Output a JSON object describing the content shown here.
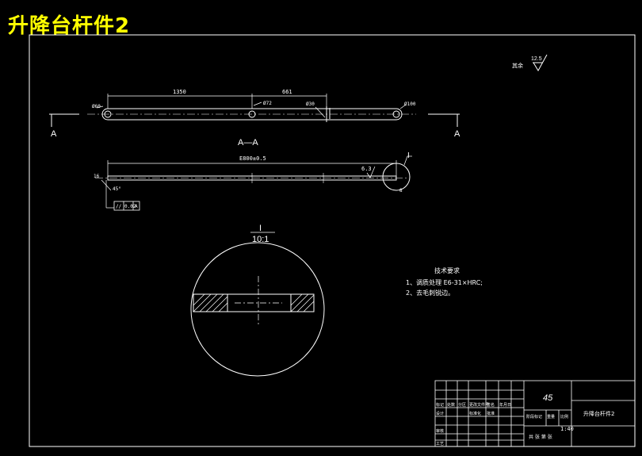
{
  "title": "升降台杆件2",
  "section_label": "A—A",
  "section_mark_left": "A",
  "section_mark_right": "A",
  "detail_mark": "I",
  "detail_mark_small": "I",
  "detail_scale": "10:1",
  "roughness": {
    "label": "其余",
    "value": "12.5"
  },
  "dims_top": {
    "d1350": "1350",
    "d661": "661",
    "dia60": "Ø60",
    "dia72": "Ø72",
    "dia30": "Ø30",
    "dia100": "Ø100"
  },
  "dims_side": {
    "length": "E800±0.5",
    "r63": "6.3",
    "left_small": "16",
    "left_angle": "45°",
    "right_small": "8",
    "tolerance_sym": "//",
    "tolerance_val": "0.02",
    "tolerance_ref": "A"
  },
  "tech_req": {
    "heading": "技术要求",
    "items": [
      "1、调质处理 E6-31×HRC;",
      "2、去毛刺锐边。"
    ]
  },
  "title_block": {
    "material": "45",
    "part_name": "升降台杆件2",
    "scale_val": "1:40",
    "footer": "共 张  第 张",
    "row_labels": [
      "标记",
      "设计",
      "审核",
      "工艺"
    ],
    "col_labels": [
      "处数",
      "分区",
      "更改文件号",
      "签名",
      "年月日"
    ],
    "side_labels": [
      "阶段标记",
      "重量",
      "比例"
    ],
    "std_labels": [
      "标准化",
      "批准"
    ]
  }
}
